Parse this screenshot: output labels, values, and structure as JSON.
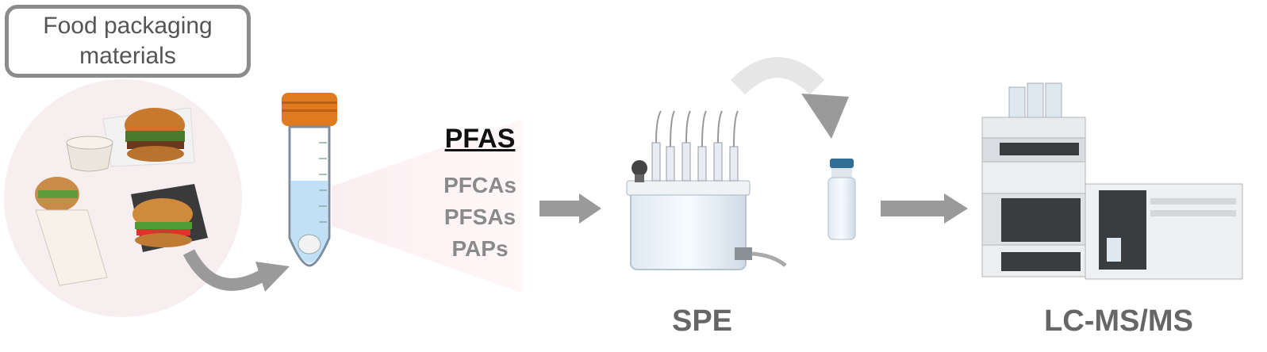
{
  "food_box": {
    "line1": "Food packaging",
    "line2": "materials"
  },
  "pfas": {
    "title": "PFAS",
    "compounds": [
      "PFCAs",
      "PFSAs",
      "PAPs"
    ]
  },
  "steps": {
    "spe": "SPE",
    "lcms": "LC-MS/MS"
  },
  "colors": {
    "arrow": "#9a9a9a",
    "cap": "#e07a1e",
    "liquid": "#bfe0f5",
    "circle": "#f7eef0"
  },
  "icons": [
    "burger-photo",
    "sauce-cup",
    "wrapped-sandwich",
    "burger-in-wrap",
    "falcon-tube",
    "spe-manifold",
    "vial",
    "lc-ms-instrument"
  ]
}
